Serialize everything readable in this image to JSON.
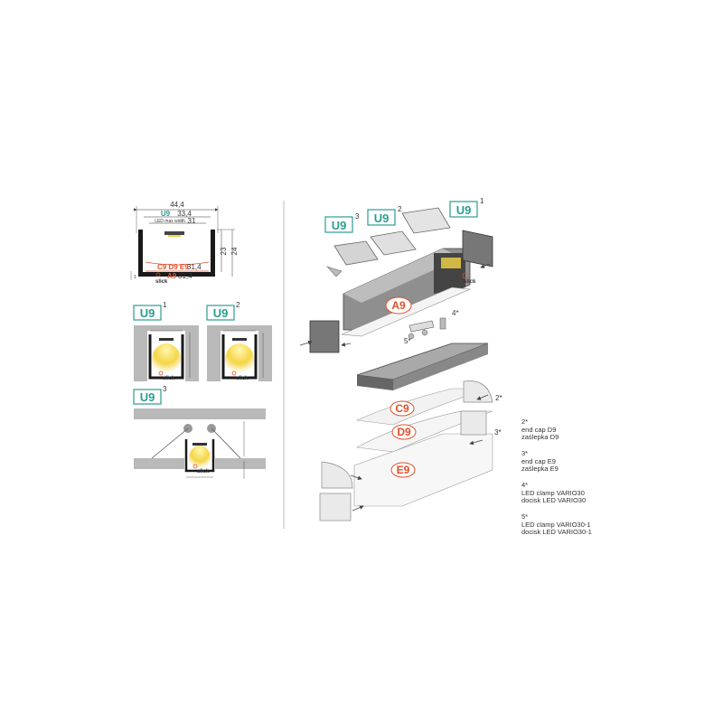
{
  "profile": "U9",
  "dims": {
    "overall_width": "44,4",
    "u9_label": "U9",
    "u9_width": "33,4",
    "led_max_label": "LED max width",
    "led_max_value": "31",
    "height_23": "23",
    "height_24": "24",
    "cover_cde": "C9 D9 E9",
    "cover_cde_width": "31,4",
    "cover_a": "A9",
    "cover_a_width": "31,4",
    "slick": "slick",
    "bottom_1": "1"
  },
  "variants": [
    {
      "tag": "U9",
      "sup": "1",
      "slick": "slick"
    },
    {
      "tag": "U9",
      "sup": "2",
      "slick": "slick"
    },
    {
      "tag": "U9",
      "sup": "3",
      "slick": "slick"
    }
  ],
  "exploded": {
    "tags": [
      {
        "tag": "U9",
        "sup": "3"
      },
      {
        "tag": "U9",
        "sup": "2"
      },
      {
        "tag": "U9",
        "sup": "1"
      }
    ],
    "covers": [
      "A9",
      "C9",
      "D9",
      "E9"
    ],
    "slick": "slick",
    "callouts": [
      "4*",
      "5*",
      "2*",
      "3*"
    ]
  },
  "notes": [
    {
      "id": "2*",
      "lines": [
        "end cap D9",
        "zaślepka D9"
      ]
    },
    {
      "id": "3*",
      "lines": [
        "end cap E9",
        "zaślepka E9"
      ]
    },
    {
      "id": "4*",
      "lines": [
        "LED clamp VARIO30",
        "docisk LED VARIO30"
      ]
    },
    {
      "id": "5*",
      "lines": [
        "LED clamp VARIO30-1",
        "docisk LED VARIO30-1"
      ]
    }
  ],
  "colors": {
    "tag": "#2a9d8f",
    "cover": "#e0502a",
    "wall": "#b9b9b9",
    "led": "#f5d547"
  }
}
